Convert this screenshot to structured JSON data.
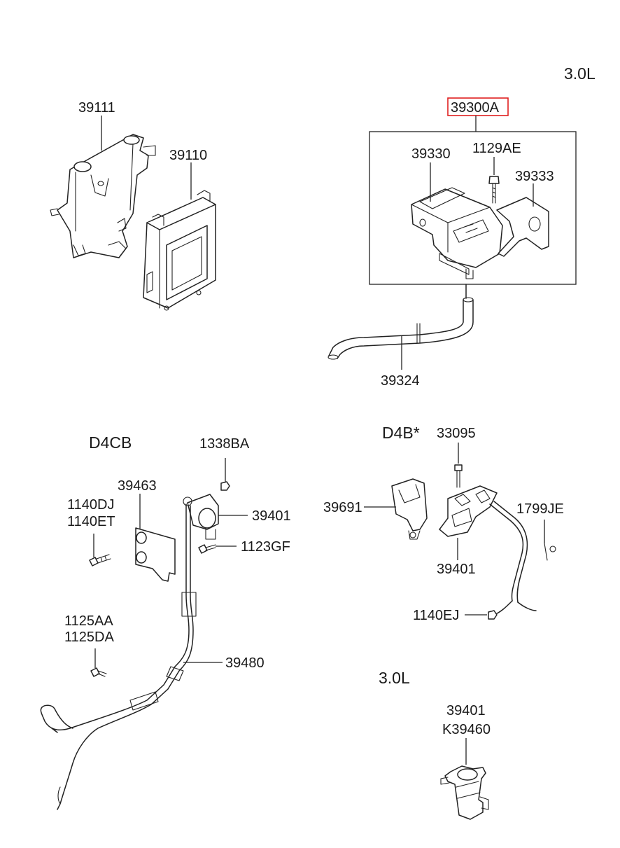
{
  "labels": {
    "engine_top_right": "3.0L",
    "p39111": "39111",
    "p39110": "39110",
    "p39300A": "39300A",
    "p39330": "39330",
    "p1129AE": "1129AE",
    "p39333": "39333",
    "p39324": "39324",
    "engine_d4cb": "D4CB",
    "p1338BA": "1338BA",
    "p39463": "39463",
    "p39401_left": "39401",
    "p1140DJ": "1140DJ",
    "p1140ET": "1140ET",
    "p1123GF": "1123GF",
    "p1125AA": "1125AA",
    "p1125DA": "1125DA",
    "p39480": "39480",
    "engine_d4b": "D4B*",
    "p33095": "33095",
    "p39691": "39691",
    "p1799JE": "1799JE",
    "p39401_mid": "39401",
    "p1140EJ": "1140EJ",
    "engine_bottom_right": "3.0L",
    "p39401_bottom": "39401",
    "pK39460": "K39460"
  },
  "highlight_color": "#e02020"
}
